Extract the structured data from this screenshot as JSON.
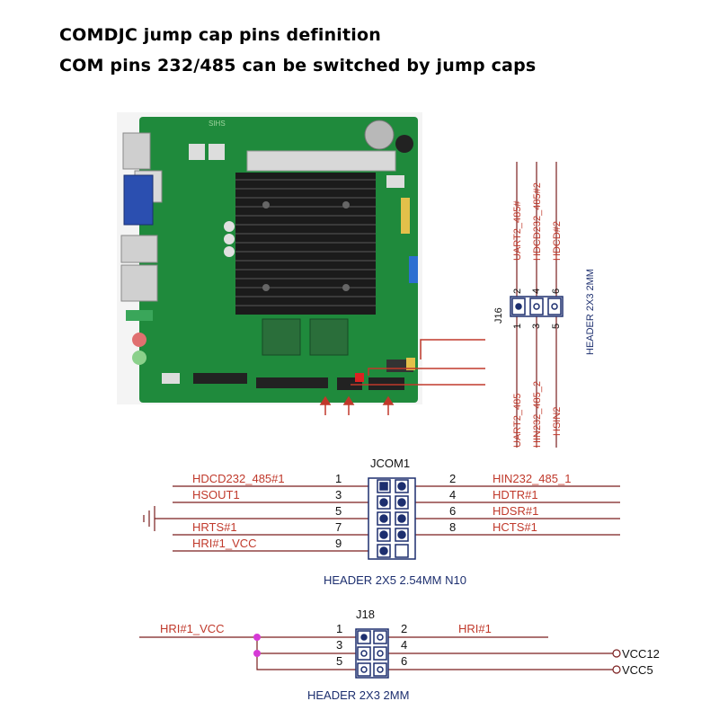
{
  "header": {
    "line1": "COMDJC jump cap pins definition",
    "line2": "COM pins 232/485 can be switched by jump caps"
  },
  "board": {
    "silkscreen": "SIHS"
  },
  "j16": {
    "ref": "J16",
    "part": "HEADER 2X3 2MM",
    "top_pins": [
      "2",
      "4",
      "6"
    ],
    "bottom_pins": [
      "1",
      "3",
      "5"
    ],
    "top_nets": [
      "UART2_485#",
      "HDCD232_485#2",
      "HDCD#2"
    ],
    "bottom_nets": [
      "UART2_485",
      "HIN232_485_2",
      "HSIN2"
    ]
  },
  "jcom1": {
    "ref": "JCOM1",
    "part": "HEADER 2X5 2.54MM N10",
    "left_pins": [
      "1",
      "3",
      "5",
      "7",
      "9"
    ],
    "right_pins": [
      "2",
      "4",
      "6",
      "8"
    ],
    "left_nets": [
      "HDCD232_485#1",
      "HSOUT1",
      "",
      "HRTS#1",
      "HRI#1_VCC"
    ],
    "right_nets": [
      "HIN232_485_1",
      "HDTR#1",
      "HDSR#1",
      "HCTS#1"
    ]
  },
  "j18": {
    "ref": "J18",
    "part": "HEADER 2X3 2MM",
    "left_pins": [
      "1",
      "3",
      "5"
    ],
    "right_pins": [
      "2",
      "4",
      "6"
    ],
    "left_net": "HRI#1_VCC",
    "right_net": "HRI#1",
    "ports": [
      "VCC12",
      "VCC5"
    ]
  },
  "colors": {
    "wire": "#7a1e1e",
    "label": "#c0392b",
    "outline": "#1d2f6f",
    "pcb": "#1f8a3c",
    "junction": "#d63ad6"
  }
}
